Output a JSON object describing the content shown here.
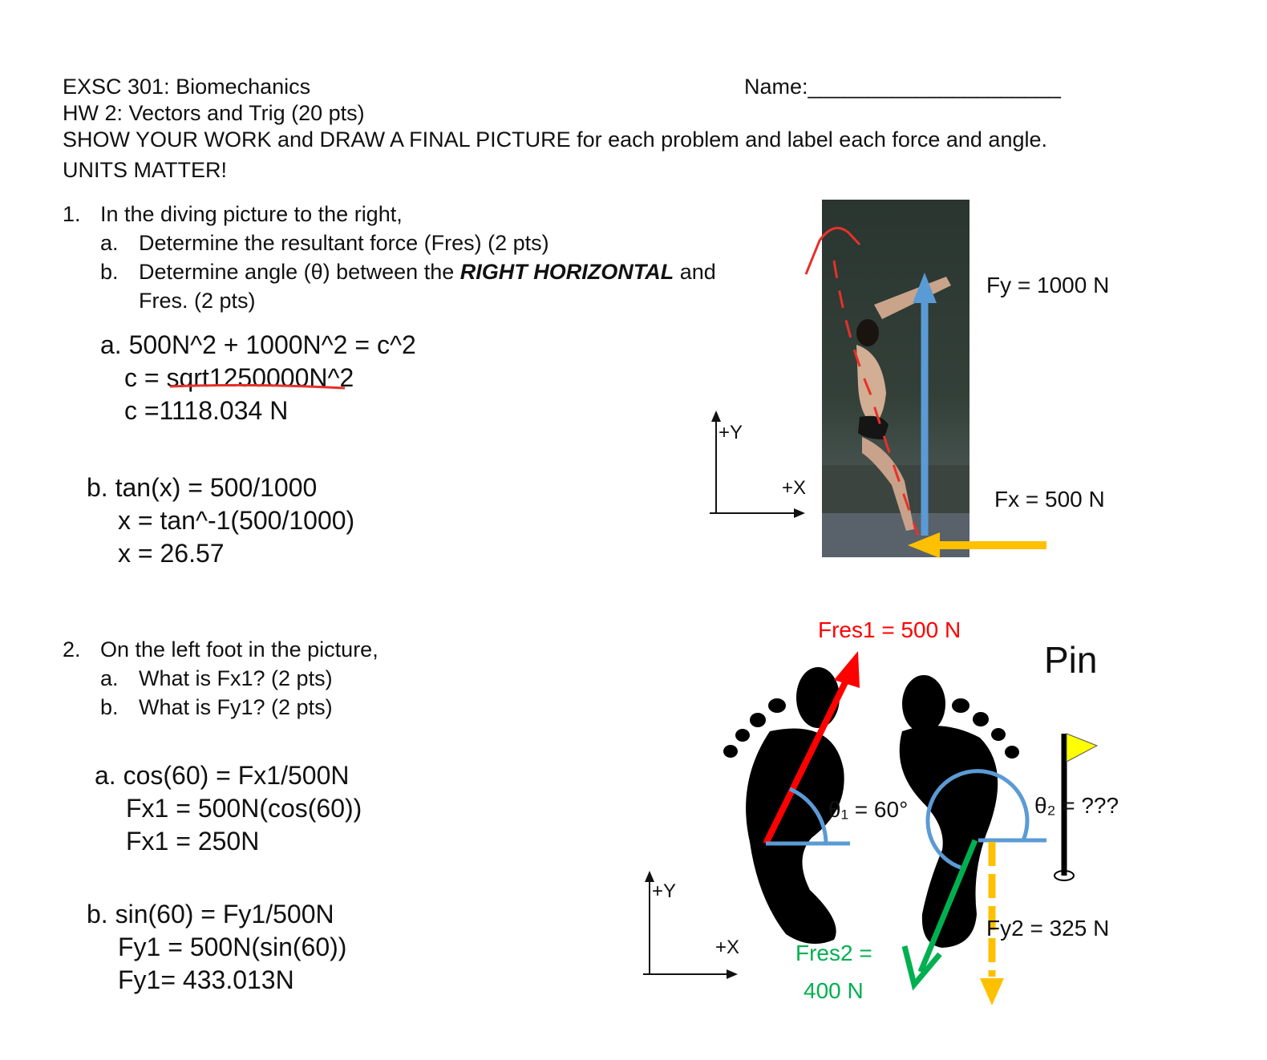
{
  "header": {
    "course": "EXSC 301: Biomechanics",
    "name_label": "Name:",
    "name_line": "_____________________",
    "hw_title": "HW 2: Vectors and Trig (20 pts)",
    "instructions": "SHOW YOUR WORK and DRAW A FINAL PICTURE for each problem and label each force and angle.",
    "units_note": "UNITS MATTER!"
  },
  "problem1": {
    "number": "1.",
    "prompt": "In the diving picture to the right,",
    "a_marker": "a.",
    "a_text": "Determine the resultant force (Fres) (2 pts)",
    "b_marker": "b.",
    "b_text_before": "Determine angle (θ) between the ",
    "b_text_emph": "RIGHT HORIZONTAL",
    "b_text_after": " and",
    "b_text_line2": "Fres. (2 pts)",
    "answer_a": [
      "a. 500N^2 + 1000N^2 = c^2",
      "c = sqrt1250000N^2",
      "c =1118.034 N"
    ],
    "answer_b": [
      "b. tan(x) = 500/1000",
      "x = tan^-1(500/1000)",
      "x = 26.57"
    ],
    "fy_label": "Fy = 1000 N",
    "fx_label": "Fx = 500 N",
    "axis_y": "+Y",
    "axis_x": "+X"
  },
  "problem2": {
    "number": "2.",
    "prompt": "On the left foot in the picture,",
    "a_marker": "a.",
    "a_text": "What is Fx1? (2 pts)",
    "b_marker": "b.",
    "b_text": "What is Fy1? (2 pts)",
    "answer_a": [
      "a. cos(60) = Fx1/500N",
      "Fx1 = 500N(cos(60))",
      "Fx1 = 250N"
    ],
    "answer_b": [
      "b. sin(60) = Fy1/500N",
      "Fy1 = 500N(sin(60))",
      "Fy1= 433.013N"
    ],
    "fres1_label": "Fres1 = 500 N",
    "pin_label": "Pin",
    "theta1_label": "θ₁ = 60°",
    "theta2_label": "θ₂ = ???",
    "fy2_label": "Fy2 = 325 N",
    "fres2_line1": "Fres2 =",
    "fres2_line2": "400 N",
    "axis_y": "+Y",
    "axis_x": "+X"
  },
  "colors": {
    "fy_arrow": "#5b9bd5",
    "fx_arrow": "#ffc000",
    "fres1": "#ff0000",
    "fres2": "#00b050",
    "angle_arcs": "#5b9bd5",
    "flag": "#ffff00",
    "annotation": "#e8302a"
  }
}
